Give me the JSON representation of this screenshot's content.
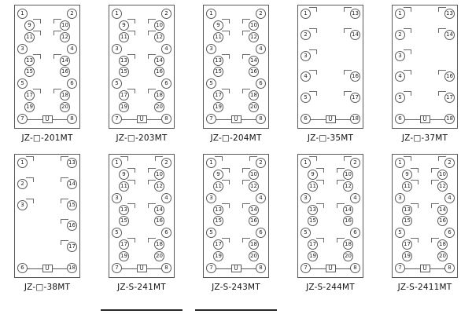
{
  "page": {
    "background": "#ffffff",
    "line_color": "#5a5a5a",
    "text_color": "#111111"
  },
  "panels": [
    {
      "label": "JZ-□-201MT",
      "rows": [
        {
          "l": "1",
          "r": "2"
        },
        {
          "l": "9",
          "r": "10",
          "pos": "inner",
          "h": "lr"
        },
        {
          "l": "11",
          "r": "12",
          "pos": "inner",
          "h": "lr"
        },
        {
          "l": "3",
          "r": "4"
        },
        {
          "l": "13",
          "r": "14",
          "pos": "inner",
          "h": "lr"
        },
        {
          "l": "15",
          "r": "16",
          "pos": "inner"
        },
        {
          "l": "5",
          "r": "6"
        },
        {
          "l": "17",
          "r": "18",
          "pos": "inner",
          "h": "lr"
        },
        {
          "l": "19",
          "r": "20",
          "pos": "inner"
        }
      ],
      "bottom": {
        "l": "7",
        "c": "U",
        "r": "8"
      }
    },
    {
      "label": "JZ-□-203MT",
      "rows": [
        {
          "l": "1",
          "r": "2"
        },
        {
          "l": "9",
          "r": "10",
          "pos": "inner",
          "h": "lr"
        },
        {
          "l": "11",
          "r": "12",
          "pos": "inner",
          "h": "lr"
        },
        {
          "l": "3",
          "r": "4"
        },
        {
          "l": "13",
          "r": "14",
          "pos": "inner",
          "h": "lr"
        },
        {
          "l": "15",
          "r": "16",
          "pos": "inner"
        },
        {
          "l": "5",
          "r": "6"
        },
        {
          "l": "17",
          "r": "18",
          "pos": "inner",
          "h": "lr"
        },
        {
          "l": "19",
          "r": "20",
          "pos": "inner"
        }
      ],
      "bottom": {
        "l": "7",
        "c": "U",
        "r": "8"
      }
    },
    {
      "label": "JZ-□-204MT",
      "rows": [
        {
          "l": "1",
          "r": "2"
        },
        {
          "l": "9",
          "r": "10",
          "pos": "inner",
          "h": "lr"
        },
        {
          "l": "11",
          "r": "12",
          "pos": "inner",
          "h": "lr"
        },
        {
          "l": "3",
          "r": "4"
        },
        {
          "l": "13",
          "r": "14",
          "pos": "inner",
          "h": "lr"
        },
        {
          "l": "15",
          "r": "16",
          "pos": "inner"
        },
        {
          "l": "5",
          "r": "6"
        },
        {
          "l": "17",
          "r": "18",
          "pos": "inner",
          "h": "lr"
        },
        {
          "l": "19",
          "r": "20",
          "pos": "inner"
        }
      ],
      "bottom": {
        "l": "7",
        "c": "U",
        "r": "8"
      }
    },
    {
      "label": "JZ-□-35MT",
      "rows": [
        {
          "l": "1",
          "r": "13",
          "h": "lr"
        },
        {
          "l": "2",
          "r": "14",
          "h": "lr"
        },
        {
          "l": "3",
          "h": "l"
        },
        {
          "l": "4",
          "r": "16",
          "h": "lr"
        },
        {
          "l": "5",
          "r": "17",
          "h": "lr"
        }
      ],
      "bottom": {
        "l": "6",
        "c": "U",
        "r": "18"
      }
    },
    {
      "label": "JZ-□-37MT",
      "rows": [
        {
          "l": "1",
          "r": "13",
          "h": "lr"
        },
        {
          "l": "2",
          "r": "14",
          "h": "lr"
        },
        {
          "l": "3",
          "h": "l"
        },
        {
          "l": "4",
          "r": "16",
          "h": "lr"
        },
        {
          "l": "5",
          "r": "17",
          "h": "lr"
        }
      ],
      "bottom": {
        "l": "6",
        "c": "U",
        "r": "18"
      }
    },
    {
      "label": "JZ-□-38MT",
      "rows": [
        {
          "l": "1",
          "r": "13",
          "h": "lr"
        },
        {
          "l": "2",
          "r": "14",
          "h": "lr"
        },
        {
          "l": "3",
          "r": "15",
          "h": "lr"
        },
        {
          "r": "16",
          "h": "r"
        },
        {
          "r": "17",
          "h": "r"
        }
      ],
      "bottom": {
        "l": "6",
        "c": "U",
        "r": "18"
      }
    },
    {
      "label": "JZ-S-241MT",
      "rows": [
        {
          "l": "1",
          "r": "2",
          "h": "lr"
        },
        {
          "l": "9",
          "r": "10",
          "pos": "inner",
          "h": "lr"
        },
        {
          "l": "11",
          "r": "12",
          "pos": "inner",
          "h": "lr"
        },
        {
          "l": "3",
          "r": "4"
        },
        {
          "l": "13",
          "r": "14",
          "pos": "inner",
          "h": "lr"
        },
        {
          "l": "15",
          "r": "16",
          "pos": "inner"
        },
        {
          "l": "5",
          "r": "6"
        },
        {
          "l": "17",
          "r": "18",
          "pos": "inner",
          "h": "lr"
        },
        {
          "l": "19",
          "r": "20",
          "pos": "inner"
        }
      ],
      "bottom": {
        "l": "7",
        "c": "U",
        "r": "8"
      }
    },
    {
      "label": "JZ-S-243MT",
      "rows": [
        {
          "l": "1",
          "r": "2",
          "h": "lr"
        },
        {
          "l": "9",
          "r": "10",
          "pos": "inner",
          "h": "lr"
        },
        {
          "l": "11",
          "r": "12",
          "pos": "inner",
          "h": "lr"
        },
        {
          "l": "3",
          "r": "4"
        },
        {
          "l": "13",
          "r": "14",
          "pos": "inner",
          "h": "lr"
        },
        {
          "l": "15",
          "r": "16",
          "pos": "inner"
        },
        {
          "l": "5",
          "r": "6"
        },
        {
          "l": "17",
          "r": "18",
          "pos": "inner",
          "h": "lr"
        },
        {
          "l": "19",
          "r": "20",
          "pos": "inner"
        }
      ],
      "bottom": {
        "l": "7",
        "c": "U",
        "r": "8"
      }
    },
    {
      "label": "JZ-S-244MT",
      "rows": [
        {
          "l": "1",
          "r": "2",
          "h": "lr"
        },
        {
          "l": "9",
          "r": "10",
          "pos": "inner",
          "h": "lr"
        },
        {
          "l": "11",
          "r": "12",
          "pos": "inner",
          "h": "lr"
        },
        {
          "l": "3",
          "r": "4"
        },
        {
          "l": "13",
          "r": "14",
          "pos": "inner",
          "h": "lr"
        },
        {
          "l": "15",
          "r": "16",
          "pos": "inner"
        },
        {
          "l": "5",
          "r": "6"
        },
        {
          "l": "17",
          "r": "18",
          "pos": "inner",
          "h": "lr"
        },
        {
          "l": "19",
          "r": "20",
          "pos": "inner"
        }
      ],
      "bottom": {
        "l": "7",
        "c": "U",
        "r": "8"
      }
    },
    {
      "label": "JZ-S-2411MT",
      "rows": [
        {
          "l": "1",
          "r": "2",
          "h": "lr"
        },
        {
          "l": "9",
          "r": "10",
          "pos": "inner",
          "h": "lr"
        },
        {
          "l": "11",
          "r": "12",
          "pos": "inner",
          "h": "lr"
        },
        {
          "l": "3",
          "r": "4"
        },
        {
          "l": "13",
          "r": "14",
          "pos": "inner",
          "h": "lr"
        },
        {
          "l": "15",
          "r": "16",
          "pos": "inner"
        },
        {
          "l": "5",
          "r": "6"
        },
        {
          "l": "17",
          "r": "18",
          "pos": "inner",
          "h": "lr"
        },
        {
          "l": "19",
          "r": "20",
          "pos": "inner"
        }
      ],
      "bottom": {
        "l": "7",
        "c": "U",
        "r": "8"
      }
    }
  ]
}
